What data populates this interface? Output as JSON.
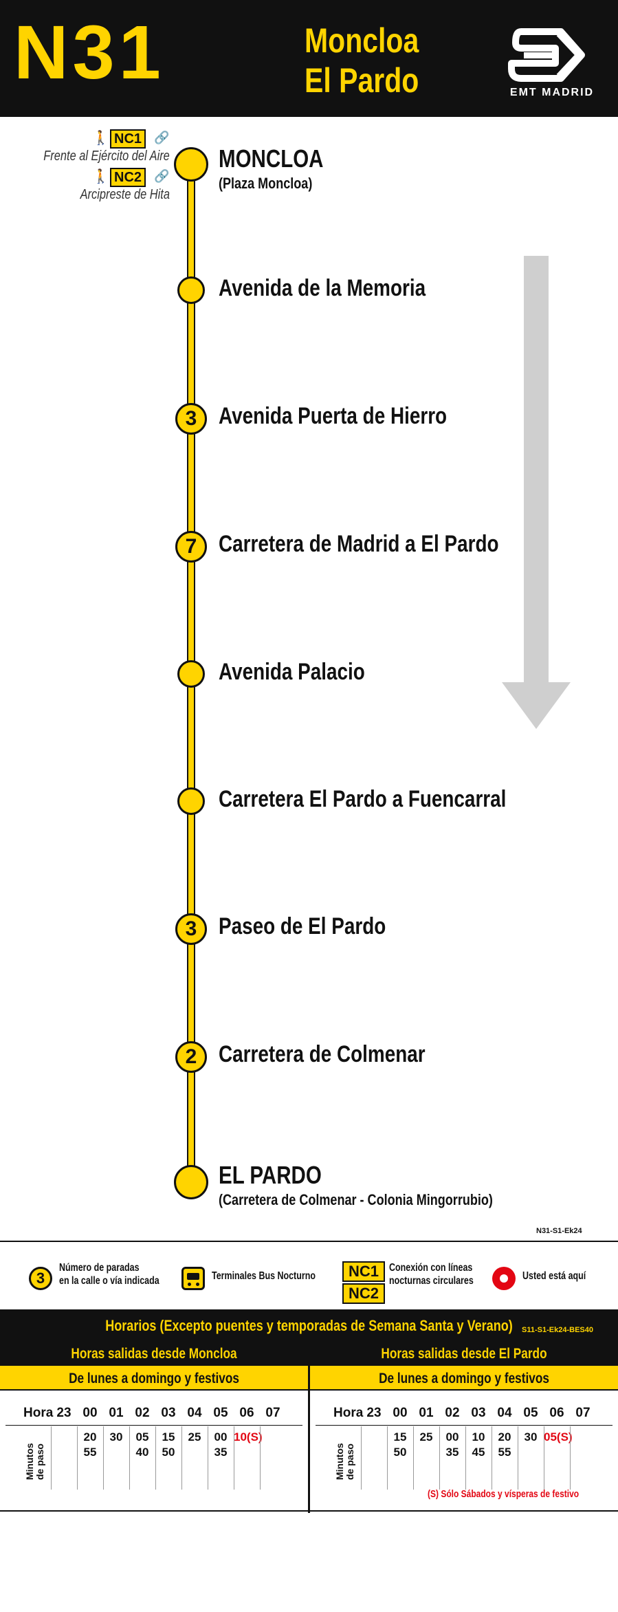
{
  "header": {
    "route_number": "N31",
    "origin": "Moncloa",
    "destination": "El Pardo",
    "brand": "EMT MADRID"
  },
  "stops": [
    {
      "name": "MONCLOA",
      "sub": "(Plaza Moncloa)",
      "type": "terminal",
      "count": ""
    },
    {
      "name": "Avenida de la Memoria",
      "sub": "",
      "type": "stop",
      "count": ""
    },
    {
      "name": "Avenida Puerta de Hierro",
      "sub": "",
      "type": "multi",
      "count": "3"
    },
    {
      "name": "Carretera de Madrid a El Pardo",
      "sub": "",
      "type": "multi",
      "count": "7"
    },
    {
      "name": "Avenida Palacio",
      "sub": "",
      "type": "stop",
      "count": ""
    },
    {
      "name": "Carretera El Pardo a Fuencarral",
      "sub": "",
      "type": "stop",
      "count": ""
    },
    {
      "name": "Paseo de El Pardo",
      "sub": "",
      "type": "multi",
      "count": "3"
    },
    {
      "name": "Carretera de Colmenar",
      "sub": "",
      "type": "multi",
      "count": "2"
    },
    {
      "name": "EL PARDO",
      "sub": "(Carretera de Colmenar - Colonia Mingorrubio)",
      "type": "terminal",
      "count": ""
    }
  ],
  "connections": [
    {
      "line": "NC1",
      "place": "Frente al Ejército del Aire"
    },
    {
      "line": "NC2",
      "place": "Arcipreste de Hita"
    }
  ],
  "diagram_code": "N31-S1-Ek24",
  "legend": {
    "stops_count": "3",
    "stops_count_text_1": "Número de paradas",
    "stops_count_text_2": "en la calle o vía indicada",
    "terminals_text": "Terminales Bus Nocturno",
    "badge_1": "NC1",
    "badge_2": "NC2",
    "circular_text_1": "Conexión con líneas",
    "circular_text_2": "nocturnas circulares",
    "here_text": "Usted está aquí"
  },
  "timetable": {
    "title": "Horarios (Excepto puentes y temporadas de Semana Santa y Verano)",
    "code": "S11-S1-Ek24-BES40",
    "hour_label": "Hora",
    "minutes_label_1": "Minutos",
    "minutes_label_2": "de paso",
    "note": "(S) Sólo Sábados y vísperas de festivo",
    "left": {
      "heading": "Horas salidas desde Moncloa",
      "days": "De lunes a domingo y festivos",
      "hours": [
        "23",
        "00",
        "01",
        "02",
        "03",
        "04",
        "05",
        "06",
        "07"
      ],
      "minutes": [
        [],
        [
          "20",
          "55"
        ],
        [
          "30"
        ],
        [
          "05",
          "40"
        ],
        [
          "15",
          "50"
        ],
        [
          "25"
        ],
        [
          "00",
          "35"
        ],
        [
          "10(S)"
        ],
        []
      ]
    },
    "right": {
      "heading": "Horas salidas desde El Pardo",
      "days": "De lunes a domingo y festivos",
      "hours": [
        "23",
        "00",
        "01",
        "02",
        "03",
        "04",
        "05",
        "06",
        "07"
      ],
      "minutes": [
        [],
        [
          "15",
          "50"
        ],
        [
          "25"
        ],
        [
          "00",
          "35"
        ],
        [
          "10",
          "45"
        ],
        [
          "20",
          "55"
        ],
        [
          "30"
        ],
        [
          "05(S)"
        ],
        []
      ]
    }
  },
  "colors": {
    "accent": "#ffd400",
    "dark": "#111111",
    "alert": "#e30613",
    "arrow": "#cfcfcf"
  }
}
